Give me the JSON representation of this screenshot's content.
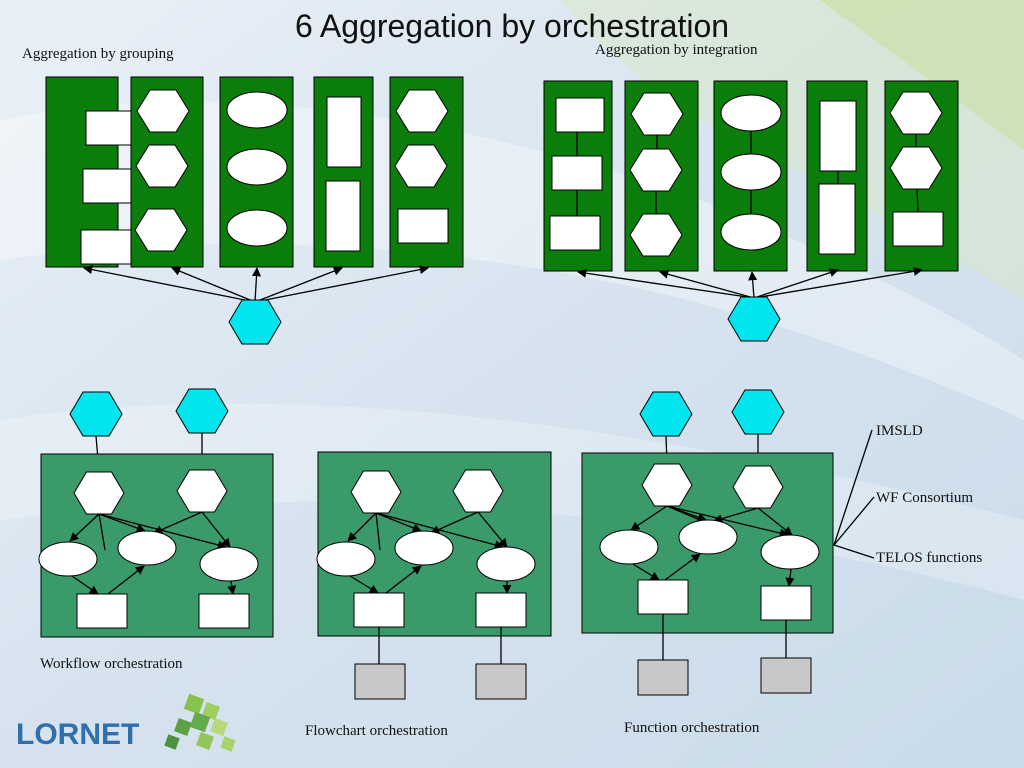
{
  "title": "6 Aggregation by orchestration",
  "labels": {
    "grouping": "Aggregation by grouping",
    "integration": "Aggregation by integration",
    "workflow": "Workflow orchestration",
    "flowchart": "Flowchart orchestration",
    "function": "Function orchestration",
    "imsld": "IMSLD",
    "wf_consortium": "WF Consortium",
    "telos": "TELOS functions"
  },
  "logo": {
    "text": "LORNET"
  },
  "colors": {
    "column_green": "#0b7d0b",
    "panel_green": "#3a9a6a",
    "cyan": "#00e5ee",
    "gray_box": "#c8c8c8",
    "white": "#ffffff",
    "logo_blue": "#2f6fae"
  }
}
